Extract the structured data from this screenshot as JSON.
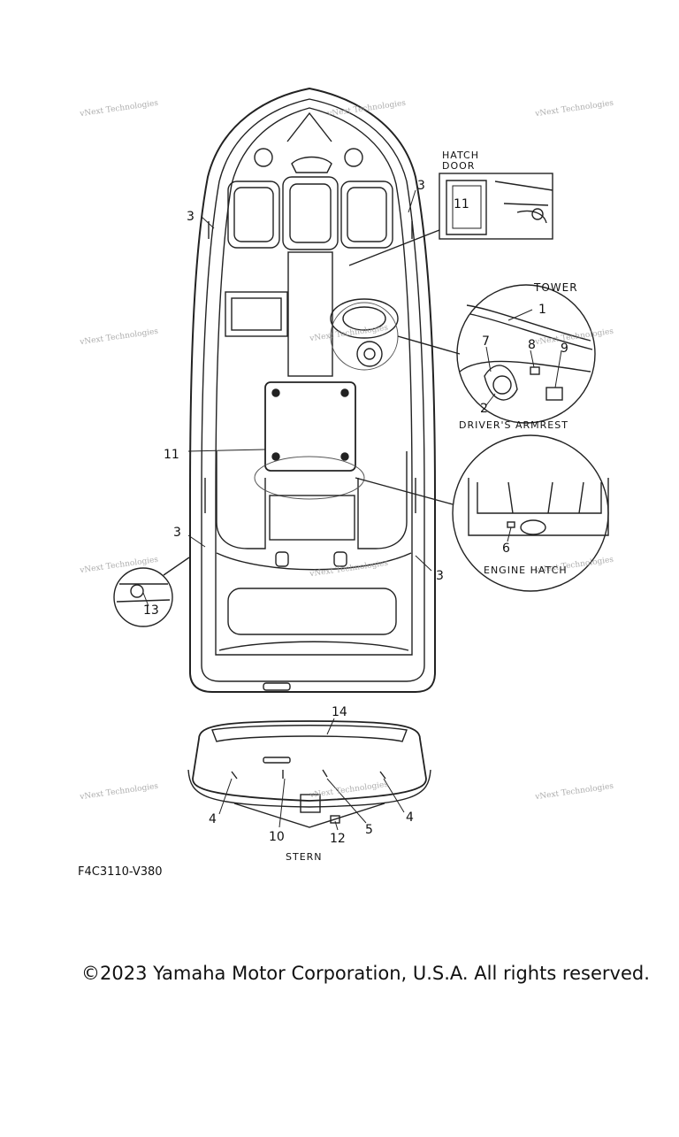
{
  "labels": {
    "hatch_door": "HATCH DOOR",
    "tower": "TOWER",
    "drivers_armrest": "DRIVER'S ARMREST",
    "engine_hatch": "ENGINE HATCH",
    "stern": "STERN"
  },
  "callouts": {
    "n1": "1",
    "n2": "2",
    "n3a": "3",
    "n3b": "3",
    "n3c": "3",
    "n3d": "3",
    "n4a": "4",
    "n4b": "4",
    "n5": "5",
    "n6": "6",
    "n7": "7",
    "n8": "8",
    "n9": "9",
    "n10": "10",
    "n11a": "11",
    "n11b": "11",
    "n12": "12",
    "n13": "13",
    "n14": "14"
  },
  "watermark": "vNext Technologies",
  "figure_code": "F4C3110-V380",
  "copyright": "©2023 Yamaha Motor Corporation, U.S.A. All rights reserved."
}
